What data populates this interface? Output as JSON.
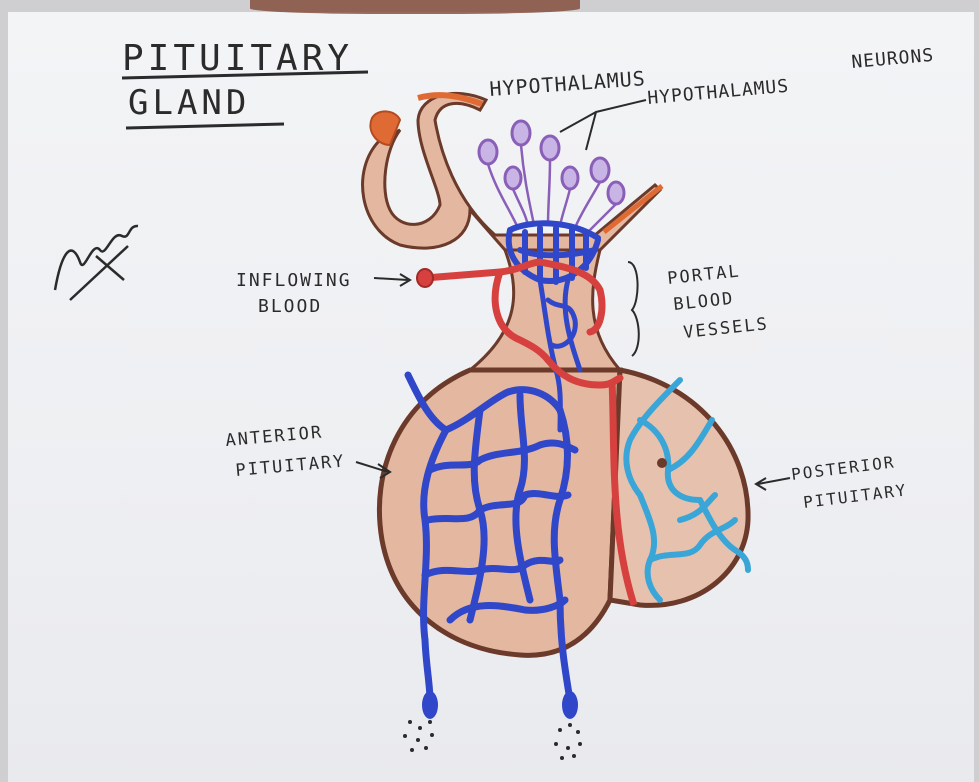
{
  "title": {
    "line1": "PITUITARY",
    "line2": "GLAND"
  },
  "labels": {
    "hypothalamus": "HYPOTHALAMUS",
    "hypothalamus_neurons_1": "HYPOTHALAMUS",
    "hypothalamus_neurons_2": "NEURONS",
    "inflowing_1": "INFLOWING",
    "inflowing_2": "BLOOD",
    "portal_1": "PORTAL",
    "portal_2": "BLOOD",
    "portal_3": "VESSELS",
    "anterior_1": "ANTERIOR",
    "anterior_2": "PITUITARY",
    "posterior_1": "POSTERIOR",
    "posterior_2": "PITUITARY"
  },
  "colors": {
    "gland_fill": "#e3b7a0",
    "gland_outline": "#6b3a2a",
    "artery": "#d6413f",
    "vein": "#2f47c8",
    "posterior_vessels": "#3aa6d8",
    "neuron": "#8a5fb8",
    "orange_tissue": "#e06a34"
  }
}
